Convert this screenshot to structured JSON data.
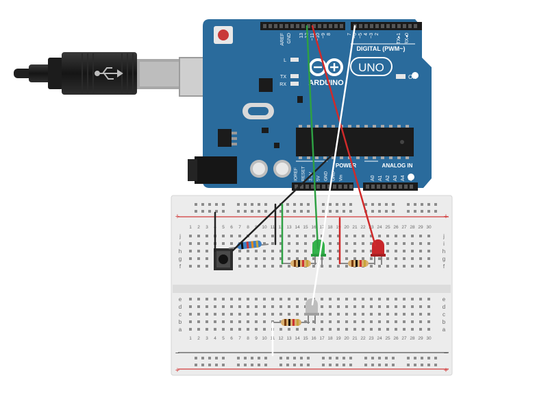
{
  "board": {
    "logo_text": "ARDUINO",
    "model": "UNO",
    "on_label": "ON",
    "l_label": "L",
    "tx_label": "TX",
    "rx_label": "RX",
    "digital_label": "DIGITAL (PWM~)",
    "power_label": "POWER",
    "analog_label": "ANALOG IN",
    "top_pins": [
      "AREF",
      "GND",
      "13",
      "12",
      "~11",
      "~10",
      "~9",
      "8",
      "7",
      "~6",
      "~5",
      "4",
      "~3",
      "2",
      "TX▸1",
      "RX◂0"
    ],
    "power_pins": [
      "IOREF",
      "RESET",
      "3.3V",
      "5V",
      "GND",
      "GND",
      "Vin"
    ],
    "analog_pins": [
      "A0",
      "A1",
      "A2",
      "A3",
      "A4",
      "A5"
    ]
  },
  "breadboard": {
    "top_rows": [
      "j",
      "i",
      "h",
      "g",
      "f"
    ],
    "bottom_rows": [
      "e",
      "d",
      "c",
      "b",
      "a"
    ],
    "columns": [
      "1",
      "2",
      "3",
      "4",
      "5",
      "6",
      "7",
      "8",
      "9",
      "10",
      "11",
      "12",
      "13",
      "14",
      "15",
      "16",
      "17",
      "18",
      "19",
      "20",
      "21",
      "22",
      "23",
      "24",
      "25",
      "26",
      "27",
      "28",
      "29",
      "30"
    ],
    "plus": "+",
    "minus": "−"
  },
  "colors": {
    "board": "#2a6b9c",
    "green_wire": "#2ea043",
    "red_wire": "#d02a2a",
    "white_wire": "#ffffff",
    "black_wire": "#222222",
    "green_led": "#33b24a",
    "red_led": "#c8262a",
    "white_led": "#bdbdbd"
  }
}
